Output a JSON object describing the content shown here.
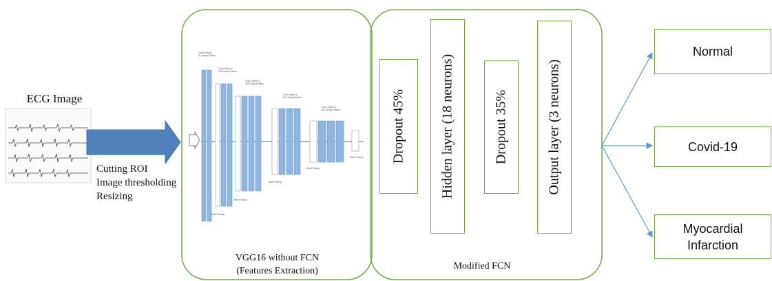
{
  "input": {
    "title": "ECG Image",
    "preprocessing_steps": [
      "Cutting ROI",
      "Image thresholding",
      "Resizing"
    ]
  },
  "vgg_panel": {
    "caption_line1": "VGG16 without FCN",
    "caption_line2": "(Features Extraction)",
    "blocks": [
      {
        "label": "Conv. Block 1",
        "filters": "64 Output Filters",
        "pool": "Max Pooling"
      },
      {
        "label": "Conv. Block 2",
        "filters": "128 Output Filters",
        "pool": "Max Pooling"
      },
      {
        "label": "Conv. Block 3",
        "filters": "256 Output Filters",
        "pool": "Max Pooling"
      },
      {
        "label": "Conv. Block 4",
        "filters": "512 Output Filters",
        "pool": "Max Pooling"
      },
      {
        "label": "Conv. Block 5",
        "filters": "512 Output Filters",
        "pool": "Max Pooling"
      }
    ]
  },
  "fcn_panel": {
    "caption": "Modified FCN",
    "layers": [
      "Dropout 45%",
      "Hidden layer (18 neurons)",
      "Dropout 35%",
      "Output layer (3 neurons)"
    ]
  },
  "outputs": [
    "Normal",
    "Covid-19",
    "Myocardial Infarction"
  ],
  "colors": {
    "panel_border": "#70ad47",
    "arrow_fill": "#4f81bd",
    "conv_fill": "#8fb6e0",
    "output_arrows": "#5b9bd5"
  }
}
